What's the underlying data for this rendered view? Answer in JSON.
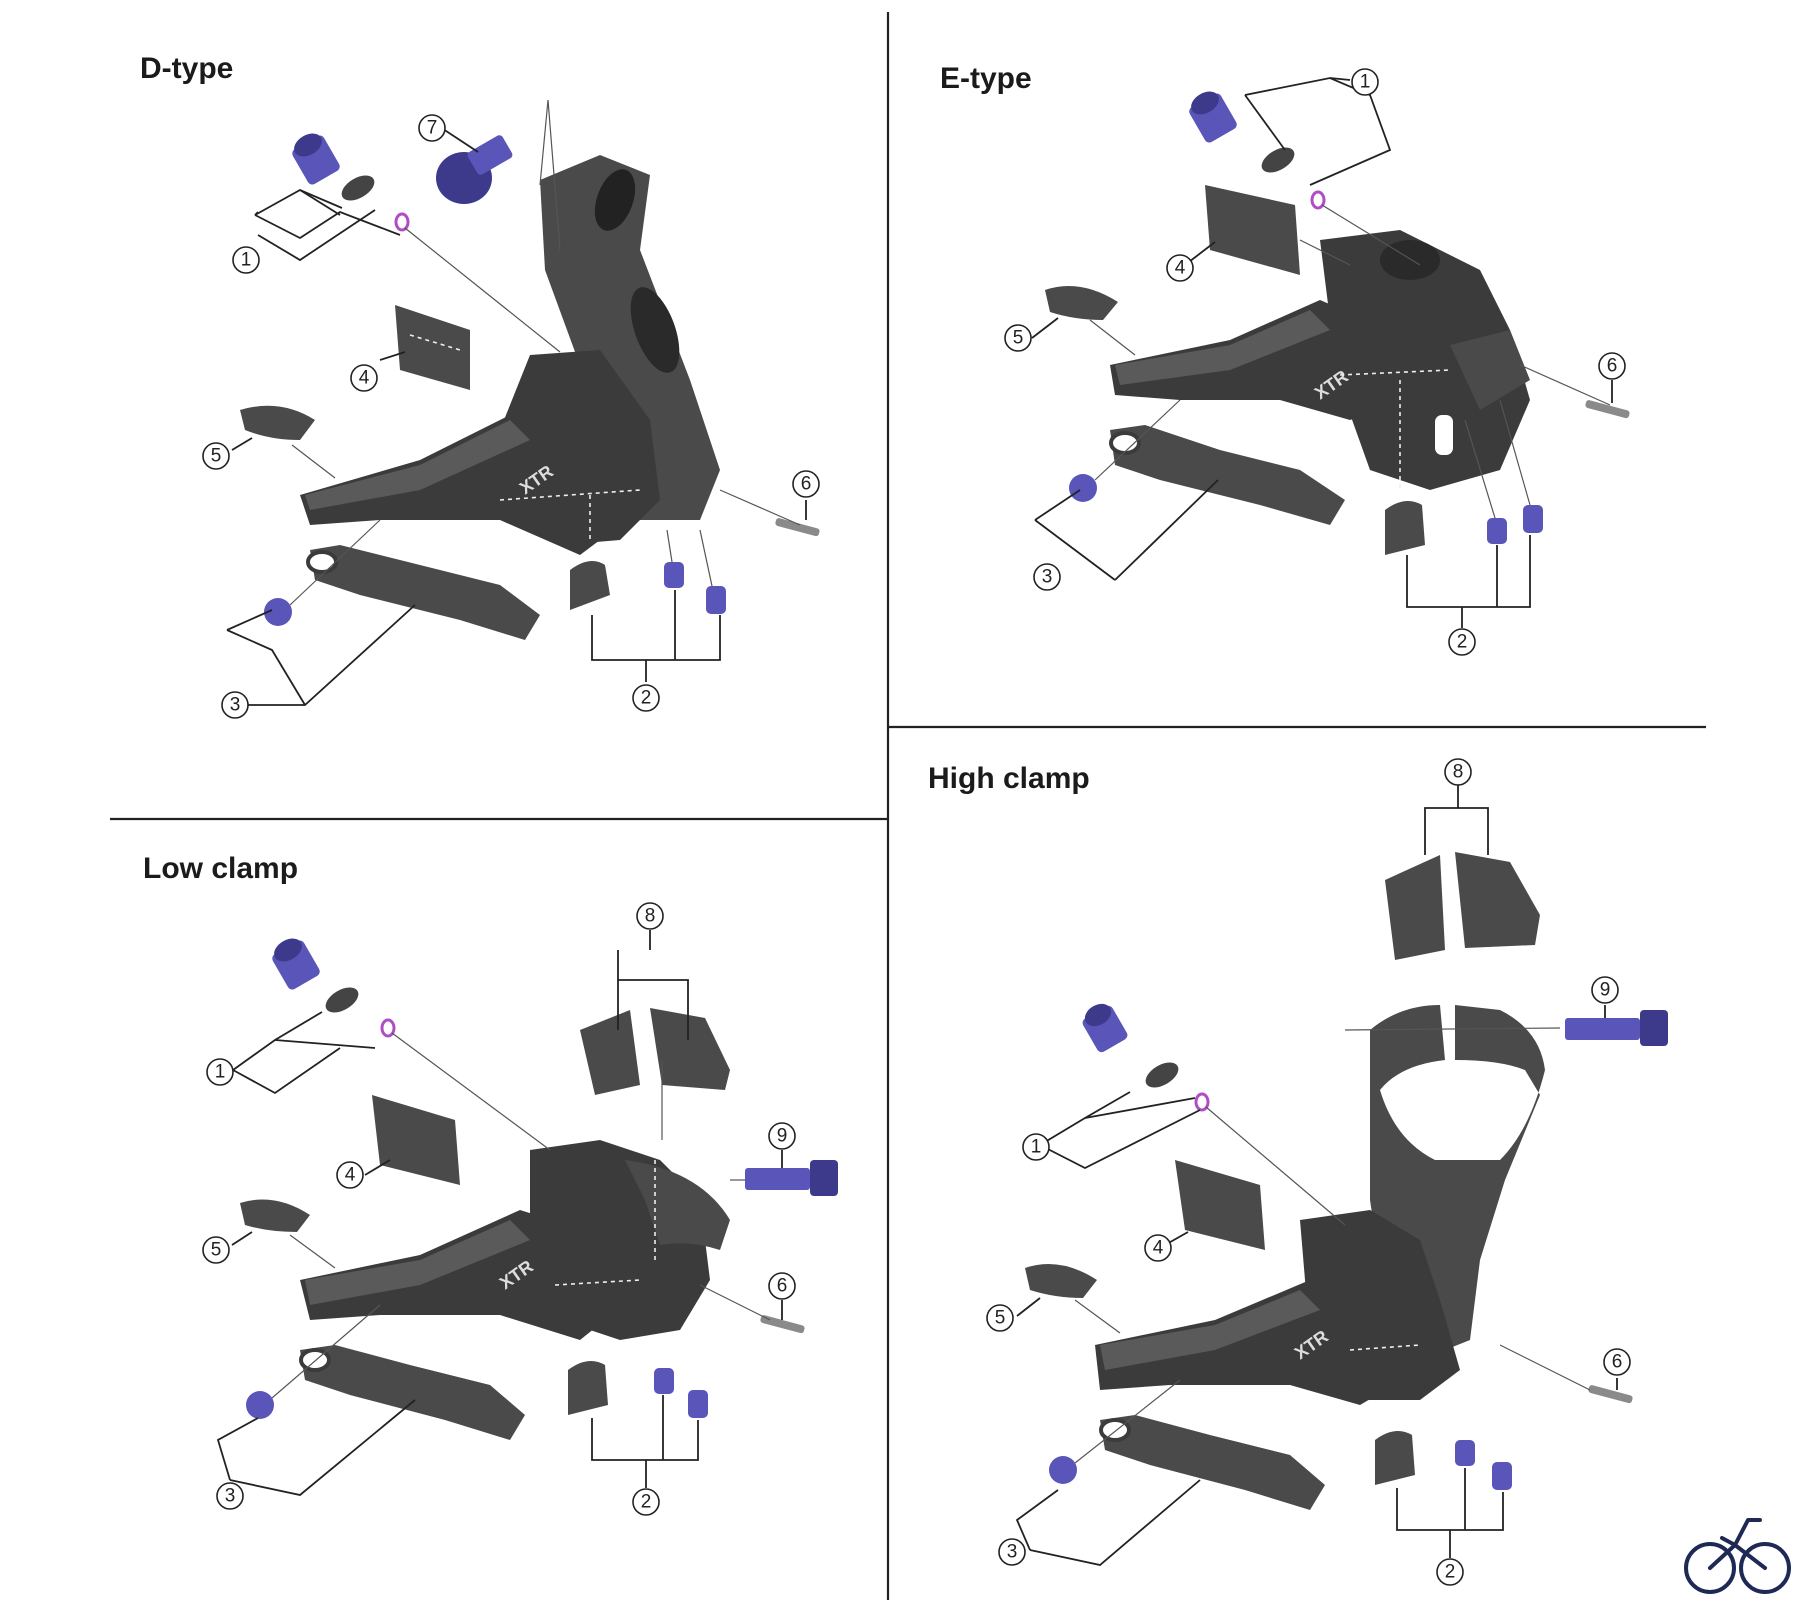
{
  "quadrants": {
    "d_type": {
      "title": "D-type"
    },
    "e_type": {
      "title": "E-type"
    },
    "low_clamp": {
      "title": "Low clamp"
    },
    "high_clamp": {
      "title": "High clamp"
    }
  },
  "callouts": {
    "n1": "1",
    "n2": "2",
    "n3": "3",
    "n4": "4",
    "n5": "5",
    "n6": "6",
    "n7": "7",
    "n8": "8",
    "n9": "9"
  },
  "colors": {
    "bolt_blue": "#5a55b8",
    "ring_purple": "#b04cc8",
    "body_gray": "#3b3b3b",
    "logo_navy": "#1e2a55"
  },
  "icons": {
    "corner_logo": "bicycle-icon"
  }
}
